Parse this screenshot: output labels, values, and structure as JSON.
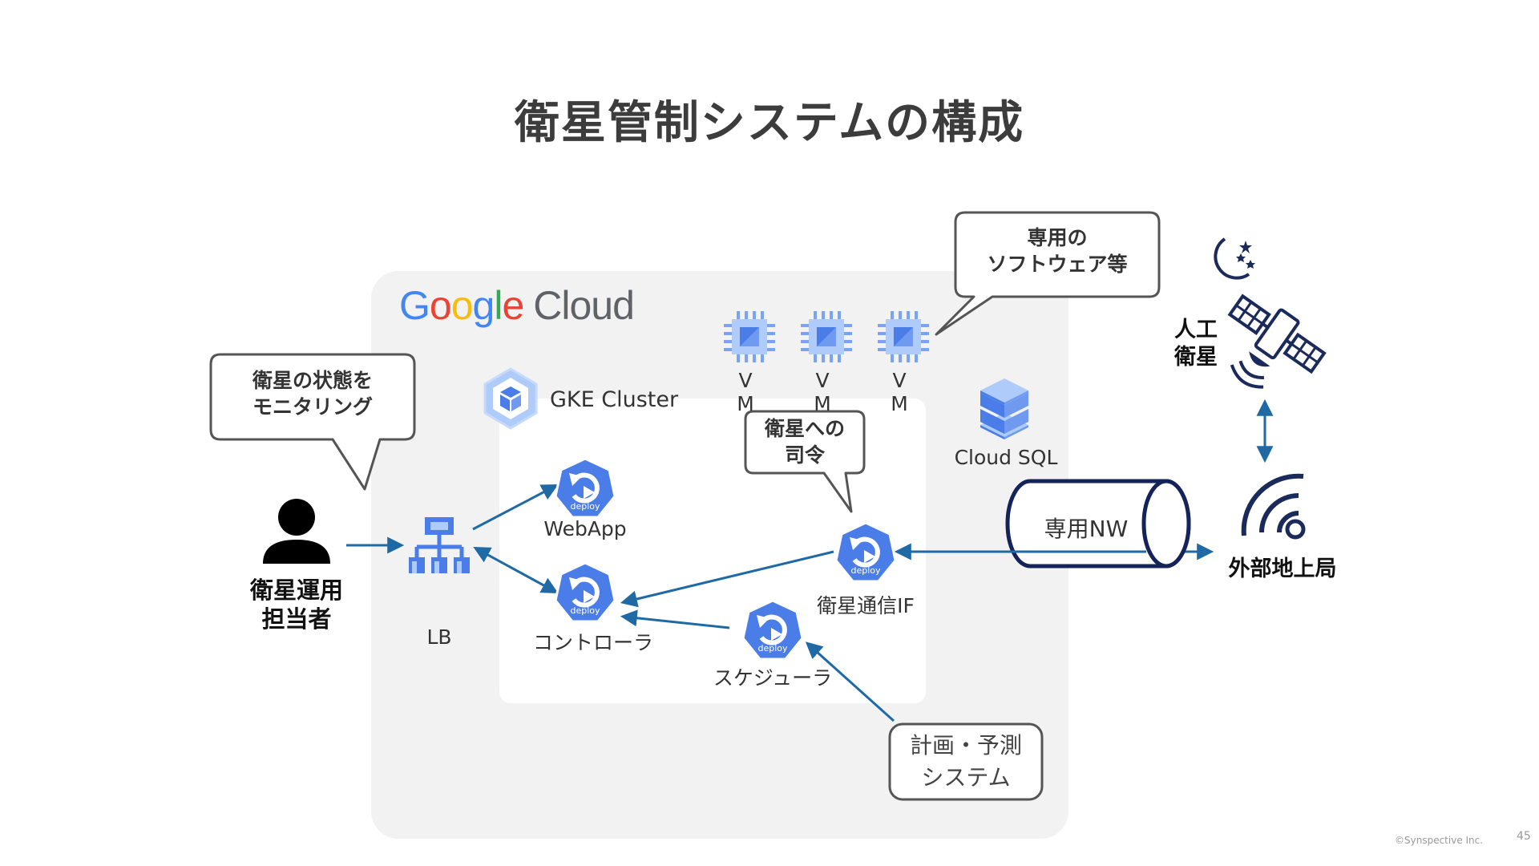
{
  "title": "衛星管制システムの構成",
  "google_cloud": {
    "logo_letters": [
      "G",
      "o",
      "o",
      "g",
      "l",
      "e"
    ],
    "logo_colors": [
      "#4285F4",
      "#EA4335",
      "#FBBC05",
      "#4285F4",
      "#34A853",
      "#EA4335"
    ],
    "cloud_word": "Cloud"
  },
  "gke": {
    "label": "GKE Cluster"
  },
  "callouts": {
    "monitoring": {
      "line1": "衛星の状態を",
      "line2": "モニタリング"
    },
    "software": {
      "line1": "専用の",
      "line2": "ソフトウェア等"
    },
    "command": {
      "line1": "衛星への",
      "line2": "司令"
    },
    "planning": {
      "line1": "計画・予測",
      "line2": "システム"
    }
  },
  "operator": {
    "line1": "衛星運用",
    "line2": "担当者"
  },
  "lb": {
    "label": "LB"
  },
  "deploy_icon_text": "deploy",
  "services": {
    "webapp": "WebApp",
    "controller": "コントローラ",
    "scheduler": "スケジューラ",
    "sat_comm": "衛星通信IF"
  },
  "vms": [
    {
      "line1": "V",
      "line2": "M"
    },
    {
      "line1": "V",
      "line2": "M"
    },
    {
      "line1": "V",
      "line2": "M"
    }
  ],
  "cloud_sql": {
    "label": "Cloud SQL"
  },
  "network": {
    "label": "専用NW"
  },
  "satellite": {
    "line1": "人工",
    "line2": "衛星"
  },
  "ground_station": {
    "label": "外部地上局"
  },
  "footer": {
    "copyright": "©Synspective Inc.",
    "page": "45"
  },
  "colors": {
    "arrow": "#1f6aa5",
    "icon_blue": "#4a7de8",
    "panel": "#f2f2f2",
    "navy": "#1a2a5a"
  }
}
